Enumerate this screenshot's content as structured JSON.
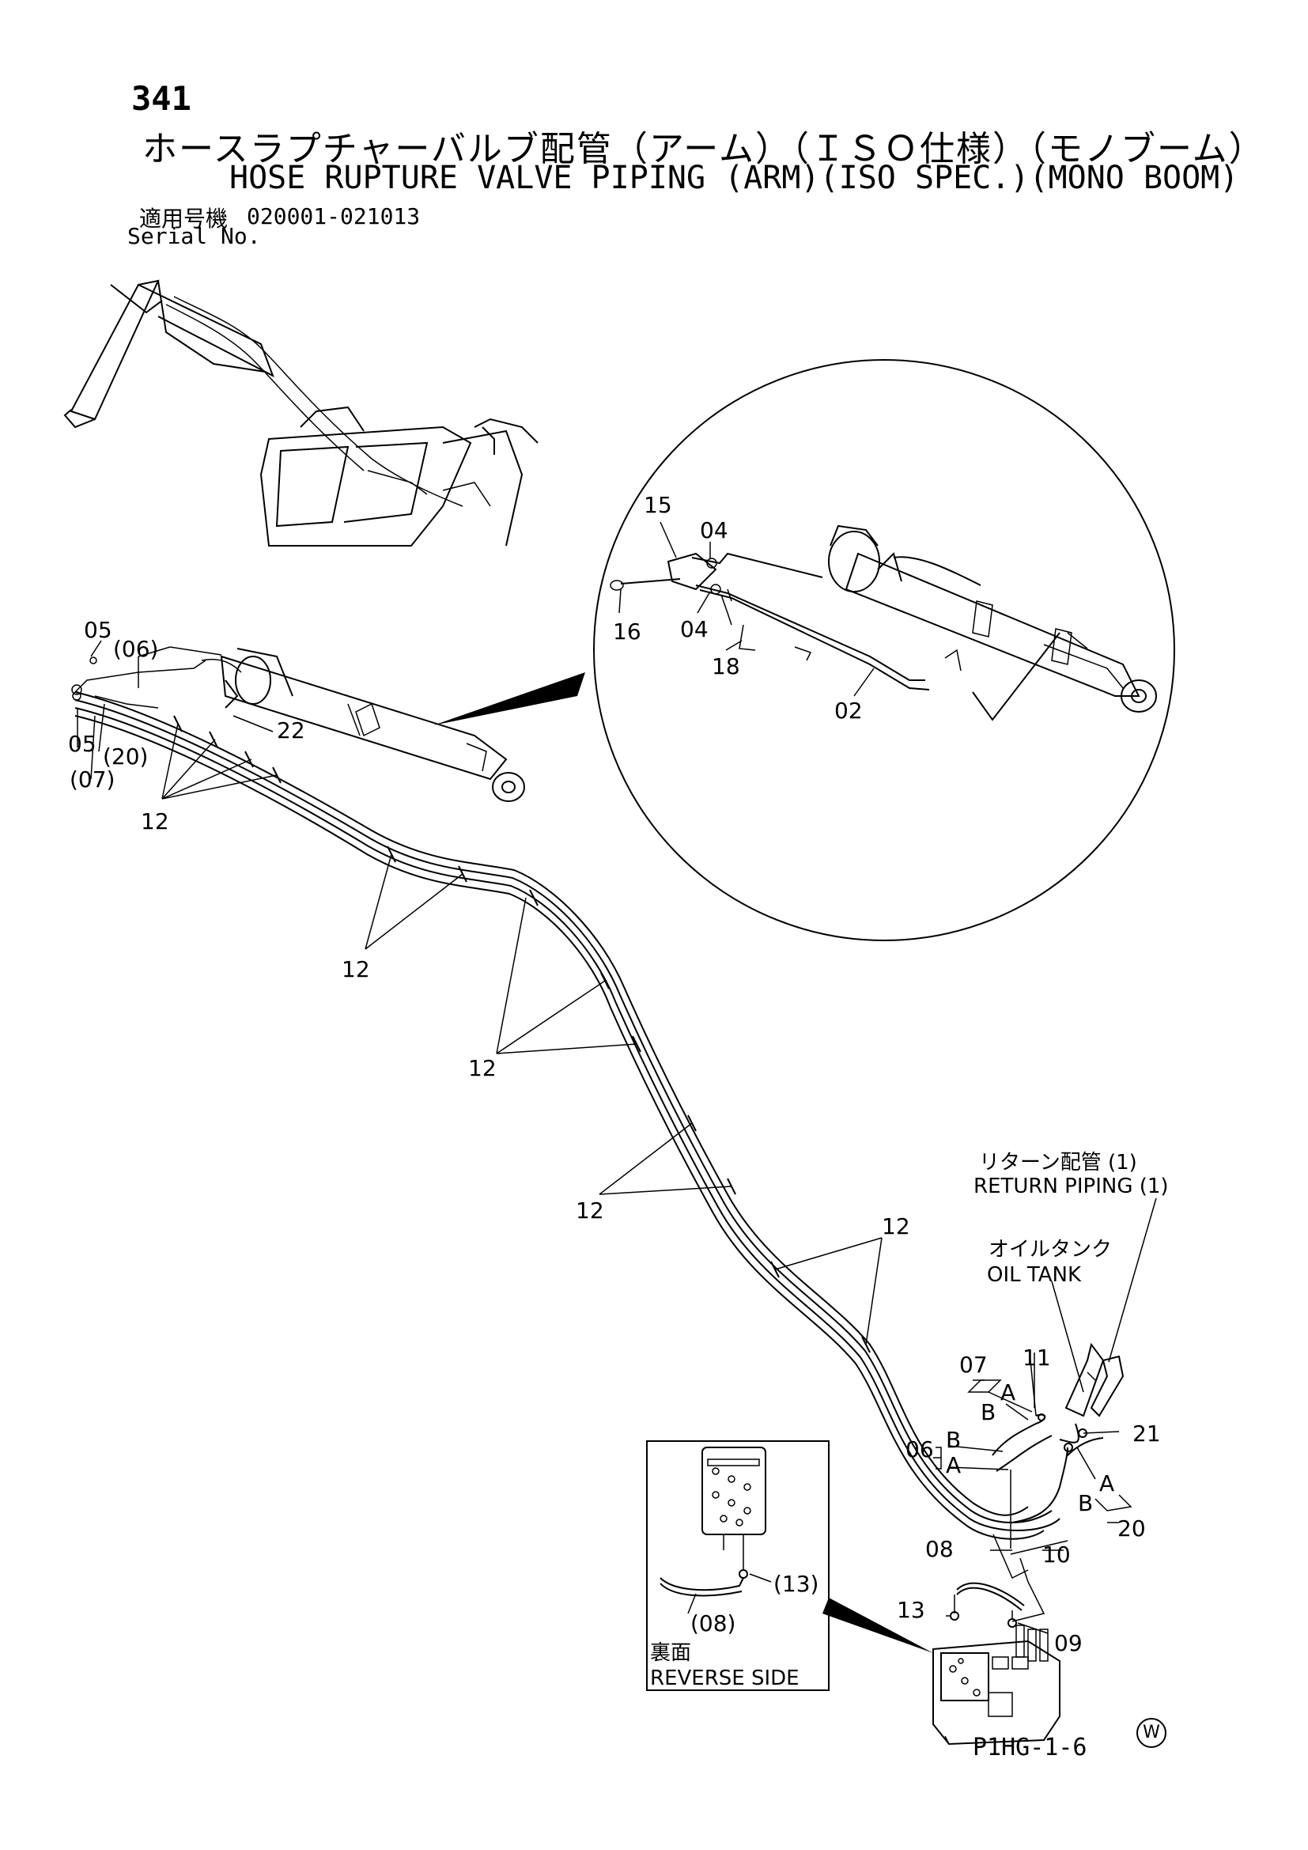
{
  "page_number": "341",
  "title_jp": "ホースラプチャーバルブ配管（アーム）（ＩＳＯ仕様）（モノブーム）",
  "title_en": "HOSE RUPTURE VALVE PIPING (ARM)(ISO SPEC.)(MONO BOOM)",
  "serial_label_jp": "適用号機",
  "serial_range": "020001-021013",
  "serial_label_en": "Serial No.",
  "footer_code": "P1HG-1-6",
  "mark": "W",
  "callouts": {
    "c05a": "05",
    "c06p": "(06)",
    "c05b": "05",
    "c20p": "(20)",
    "c07p": "(07)",
    "c22": "22",
    "c12a": "12",
    "c12b": "12",
    "c12c": "12",
    "c12d": "12",
    "c12e": "12",
    "c15": "15",
    "c04a": "04",
    "c04b": "04",
    "c16": "16",
    "c18": "18",
    "c02": "02",
    "c07": "07",
    "c11": "11",
    "cA1": "A",
    "cB1": "B",
    "c06": "06",
    "cB2": "B",
    "cA2": "A",
    "c21": "21",
    "cA3": "A",
    "cB3": "B",
    "c20": "20",
    "c08": "08",
    "c10": "10",
    "c13": "13",
    "c09": "09",
    "c13p": "(13)",
    "c08p": "(08)"
  },
  "notes": {
    "return_jp": "リターン配管 (1)",
    "return_en": "RETURN PIPING (1)",
    "tank_jp": "オイルタンク",
    "tank_en": "OIL TANK",
    "reverse_jp": "裏面",
    "reverse_en": "REVERSE SIDE"
  }
}
